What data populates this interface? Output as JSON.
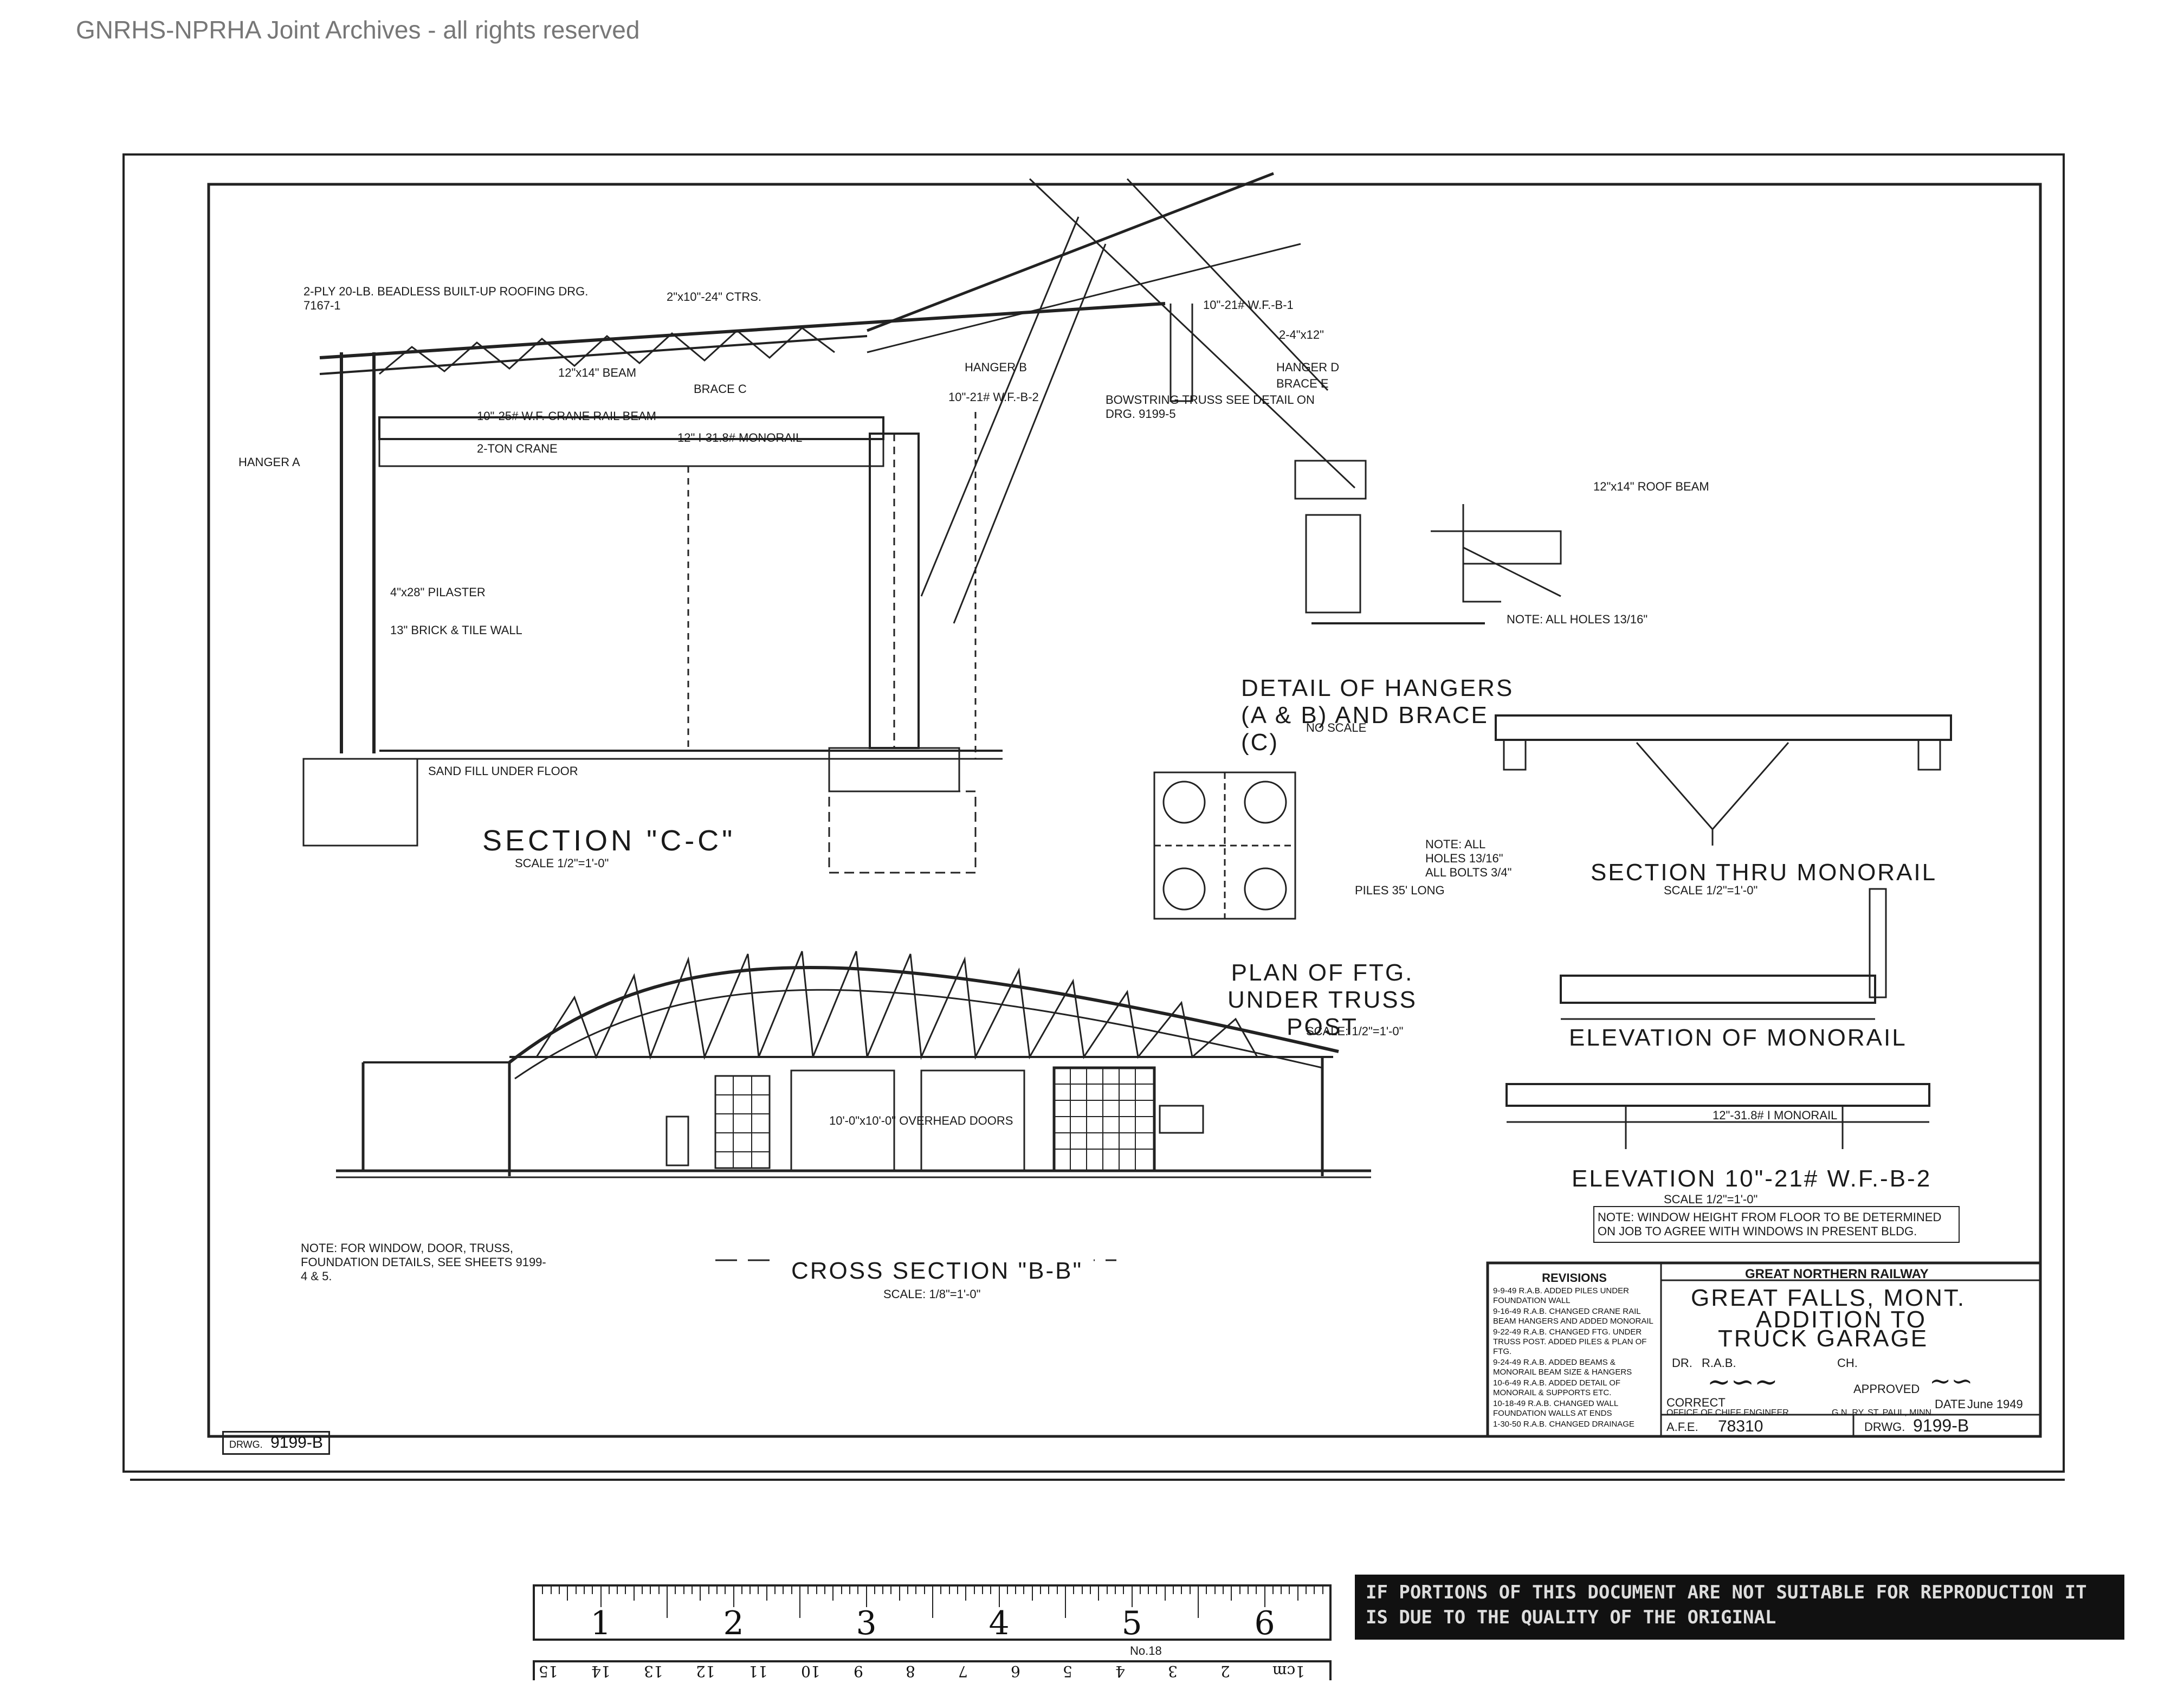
{
  "watermark": "GNRHS-NPRHA Joint Archives - all rights reserved",
  "drawing_number_left": "9199-B",
  "drawing_number_right": "9199-B",
  "views": {
    "section_cc": {
      "title": "SECTION \"C-C\"",
      "scale": "SCALE 1/2\"=1'-0\""
    },
    "hangers": {
      "title": "DETAIL OF HANGERS (A & B) AND BRACE (C)",
      "scale": "NO SCALE"
    },
    "monorail_section": {
      "title": "SECTION THRU MONORAIL",
      "scale": "SCALE 1/2\"=1'-0\""
    },
    "footing_plan": {
      "title": "PLAN OF FTG. UNDER TRUSS POST",
      "scale": "SCALE: 1/2\"=1'-0\""
    },
    "monorail_elevation": {
      "title": "ELEVATION OF MONORAIL"
    },
    "beam_elevation": {
      "title": "ELEVATION 10\"-21# W.F.-B-2",
      "scale": "SCALE 1/2\"=1'-0\""
    },
    "cross_section": {
      "title": "CROSS SECTION \"B-B\"",
      "scale": "SCALE: 1/8\"=1'-0\""
    }
  },
  "callouts": [
    "2-PLY 20-LB. BEADLESS BUILT-UP ROOFING DRG. 7167-1",
    "2\"x10\"-24\" CTRS.",
    "12\"x14\" BEAM",
    "10\"-25# W.F. CRANE RAIL BEAM",
    "2-TON CRANE",
    "12\" I-31.8# MONORAIL",
    "BOWSTRING TRUSS SEE DETAIL ON DRG. 9199-5",
    "HANGER B",
    "HANGER D",
    "BRACE E",
    "HANGER A",
    "BRACE C",
    "10\"-21# W.F.-B-1",
    "10\"-21# W.F.-B-2",
    "2-4\"x12\"",
    "4\"x28\" PILASTER",
    "13\" BRICK & TILE WALL",
    "SAND FILL UNDER FLOOR",
    "PILES 35' LONG",
    "12\"x14\" ROOF BEAM",
    "NOTE: ALL HOLES 13/16\"",
    "NOTE: ALL HOLES 13/16\" ALL BOLTS 3/4\"",
    "12\"-31.8# I MONORAIL",
    "10'-0\"x10'-0\" OVERHEAD DOORS"
  ],
  "note": "NOTE: WINDOW HEIGHT FROM FLOOR TO BE DETERMINED ON JOB TO AGREE WITH WINDOWS IN PRESENT BLDG.",
  "bottom_note": "NOTE: FOR WINDOW, DOOR, TRUSS, FOUNDATION DETAILS, SEE SHEETS 9199-4 & 5.",
  "revisions": {
    "header": "REVISIONS",
    "lines": [
      "9-9-49 R.A.B. ADDED PILES UNDER FOUNDATION WALL",
      "9-16-49 R.A.B. CHANGED CRANE RAIL BEAM HANGERS AND ADDED MONORAIL",
      "9-22-49 R.A.B. CHANGED FTG. UNDER TRUSS POST. ADDED PILES & PLAN OF FTG.",
      "9-24-49 R.A.B. ADDED BEAMS & MONORAIL BEAM SIZE & HANGERS",
      "10-6-49 R.A.B. ADDED DETAIL OF MONORAIL & SUPPORTS ETC.",
      "10-18-49 R.A.B. CHANGED WALL FOUNDATION WALLS AT ENDS",
      "1-30-50 R.A.B. CHANGED DRAINAGE"
    ]
  },
  "title_block": {
    "railway": "GREAT NORTHERN RAILWAY",
    "line1": "GREAT FALLS, MONT.",
    "line2": "ADDITION TO",
    "line3": "TRUCK GARAGE",
    "drawn_label": "DR.",
    "drawn_value": "R.A.B.",
    "checked_label": "CH.",
    "correct_label": "CORRECT",
    "approved_label": "APPROVED",
    "office": "OFFICE OF CHIEF ENGINEER",
    "location": "G.N. RY. ST. PAUL, MINN.",
    "date_label": "DATE",
    "date_value": "June 1949",
    "afe_label": "A.F.E.",
    "afe_value": "78310",
    "drwg_label": "DRWG."
  },
  "ruler": {
    "inches": [
      "1",
      "2",
      "3",
      "4",
      "5",
      "6"
    ],
    "cm": [
      "1cm",
      "2",
      "3",
      "4",
      "5",
      "6",
      "7",
      "8",
      "9",
      "10",
      "11",
      "12",
      "13",
      "14",
      "15"
    ],
    "maker": "No.18"
  },
  "quality_notice": "IF PORTIONS OF THIS DOCUMENT ARE NOT SUITABLE FOR REPRODUCTION IT IS DUE TO THE QUALITY OF THE ORIGINAL"
}
